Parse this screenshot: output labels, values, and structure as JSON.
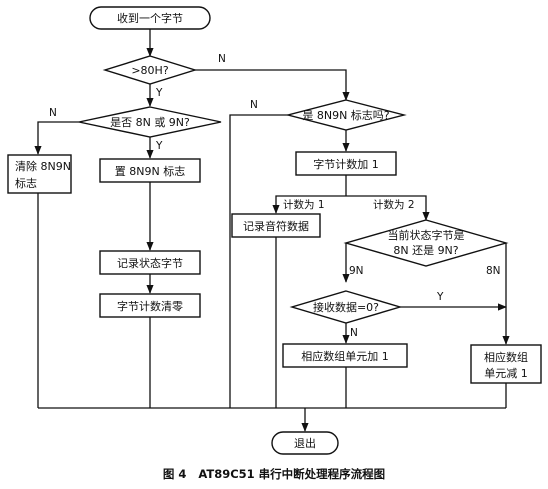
{
  "nodes": {
    "start": "收到一个字节",
    "d_80h": ">80H?",
    "d_8n9n": "是否 8N 或 9N?",
    "clear_line1": "清除 8N9N",
    "clear_line2": "标志",
    "set_flag": "置 8N9N 标志",
    "record_status": "记录状态字节",
    "count_clear": "字节计数清零",
    "d_flag": "是 8N9N 标志吗?",
    "count_inc": "字节计数加 1",
    "record_note": "记录音符数据",
    "d_state_line1": "当前状态字节是",
    "d_state_line2": "8N 还是 9N?",
    "d_zero": "接收数据=0?",
    "elem_inc": "相应数组单元加 1",
    "elem_dec_line1": "相应数组",
    "elem_dec_line2": "单元减 1",
    "exit": "退出"
  },
  "labels": {
    "y1": "Y",
    "n1": "N",
    "y2": "Y",
    "n2": "N",
    "n3": "N",
    "count1": "计数为 1",
    "count2": "计数为 2",
    "nine_n": "9N",
    "eight_n": "8N",
    "y3": "Y",
    "n4": "N"
  },
  "caption": "图 4   AT89C51 串行中断处理程序流程图"
}
